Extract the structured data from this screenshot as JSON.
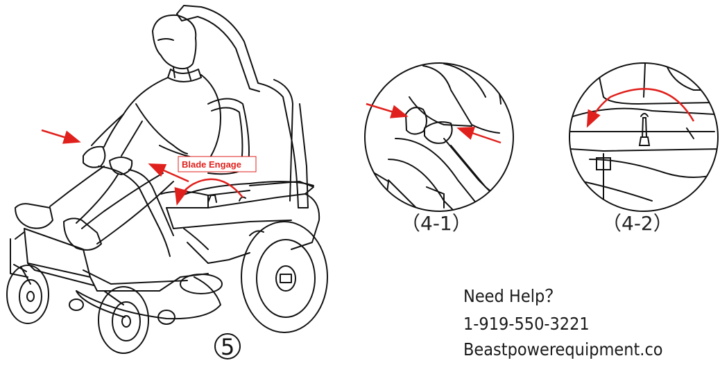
{
  "figure": {
    "callout_label": "Blade Engage",
    "figure_number": "5",
    "detail_1_caption": "（4-1）",
    "detail_2_caption": "（4-2）"
  },
  "help": {
    "line1": "Need Help？",
    "line2": "1-919-550-3221",
    "line3": "Beastpowerequipment.co"
  },
  "colors": {
    "arrow": "#e0201c",
    "line": "#111111"
  }
}
